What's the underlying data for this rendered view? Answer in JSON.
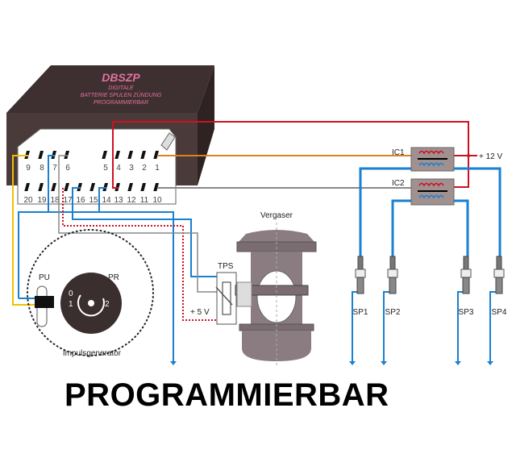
{
  "box": {
    "name": "DBSZP",
    "line1": "DIGITALE",
    "line2": "BATTERIE SPULEN ZÜNDUNG",
    "line3": "PROGRAMMIERBAR"
  },
  "pins_top": [
    "9",
    "8",
    "7",
    "6",
    "5",
    "4",
    "3",
    "2",
    "1"
  ],
  "pins_bottom": [
    "20",
    "19",
    "18",
    "17",
    "16",
    "15",
    "14",
    "13",
    "12",
    "11",
    "10"
  ],
  "coils": {
    "ic1": "IC1",
    "ic2": "IC2",
    "supply": "+ 12 V"
  },
  "tps": {
    "label": "TPS",
    "supply": "+ 5 V"
  },
  "carb": "Vergaser",
  "generator": {
    "pu": "PU",
    "pr": "PR",
    "name": "Impulsgenerator",
    "pos0": "0",
    "pos1": "1",
    "pos2": "2"
  },
  "plugs": [
    "SP1",
    "SP2",
    "SP3",
    "SP4"
  ],
  "title": "PROGRAMMIERBAR",
  "colors": {
    "box": "#4a3a3a",
    "red": "#d01020",
    "orange": "#e08020",
    "blue": "#1a80d0",
    "yellow": "#f0c000",
    "gray": "#808080",
    "pink_text": "#e070a0"
  }
}
